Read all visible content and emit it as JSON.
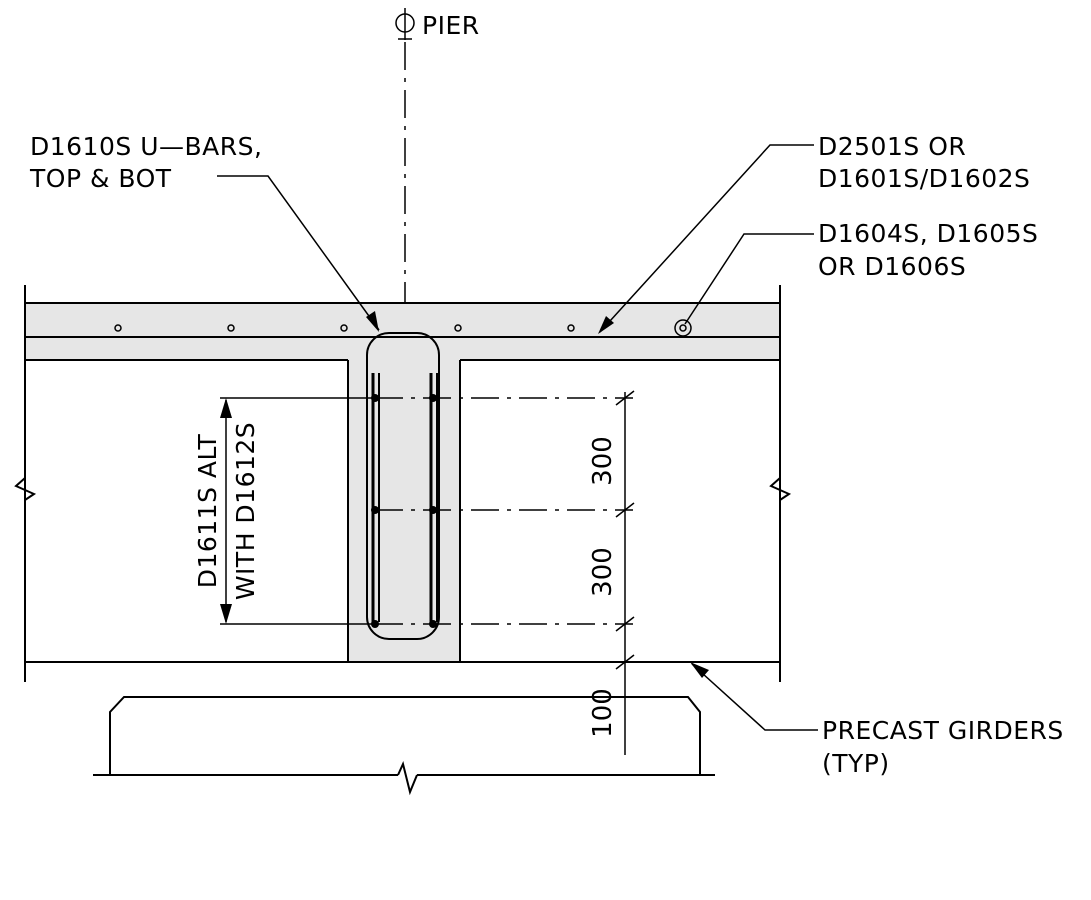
{
  "labels": {
    "centerline_pier": "PIER",
    "ubars_line1": "D1610S U—BARS,",
    "ubars_line2": "TOP & BOT",
    "deck_bars_line1": "D2501S OR",
    "deck_bars_line2": "D1601S/D1602S",
    "strand_line1": "D1604S, D1605S",
    "strand_line2": "OR D1606S",
    "vertical_bars_line1": "D1611S ALT",
    "vertical_bars_line2": "WITH D1612S",
    "girders_line1": "PRECAST GIRDERS",
    "girders_line2": "(TYP)"
  },
  "dimensions": {
    "upper_spacing": "300",
    "lower_spacing": "300",
    "girder_offset": "100"
  },
  "colors": {
    "line": "#000000",
    "concrete_fill": "#e6e6e6",
    "background": "#ffffff"
  },
  "icons": {
    "centerline_symbol": "centerline-icon"
  }
}
